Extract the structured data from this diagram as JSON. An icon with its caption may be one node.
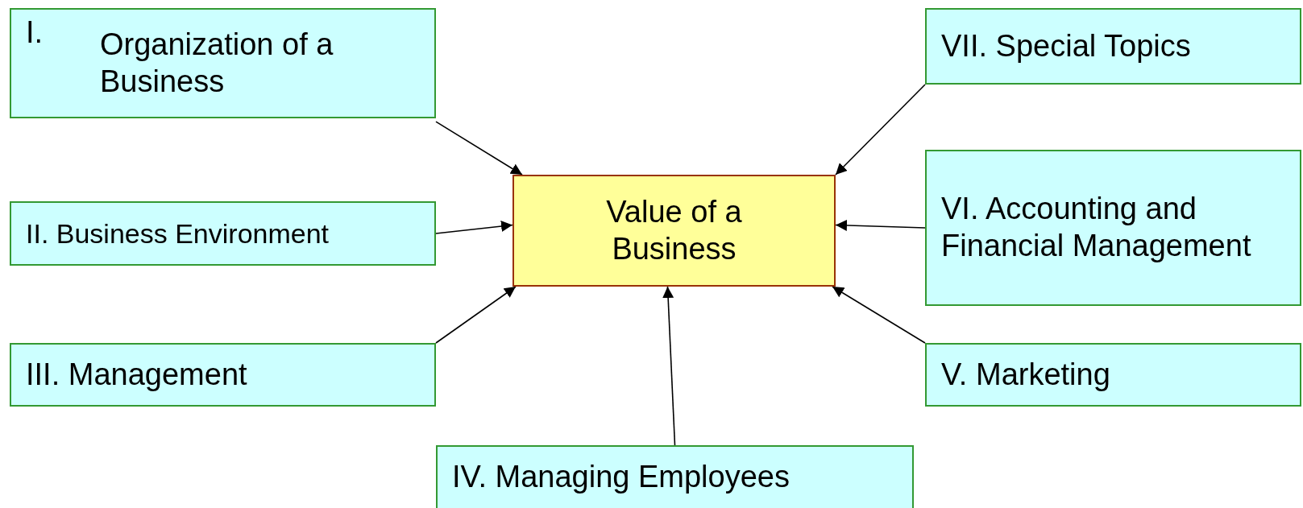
{
  "diagram": {
    "nodes": [
      {
        "text": [
          "I.",
          "Organization of a Business"
        ]
      },
      {
        "text": [
          "VII. Special Topics"
        ]
      },
      {
        "text": [
          "Value of a Business"
        ]
      },
      {
        "text": [
          "II. Business Environment"
        ]
      },
      {
        "text": [
          "VI. Accounting and Financial Management"
        ]
      },
      {
        "text": [
          "III. Management"
        ]
      },
      {
        "text": [
          "V. Marketing"
        ]
      },
      {
        "text": [
          "IV. Managing Employees"
        ]
      }
    ],
    "edges": [
      {
        "from": 0,
        "to": 2,
        "arrow": "to"
      },
      {
        "from": 1,
        "to": 2,
        "arrow": "to"
      },
      {
        "from": 3,
        "to": 2,
        "arrow": "to"
      },
      {
        "from": 4,
        "to": 2,
        "arrow": "to"
      },
      {
        "from": 5,
        "to": 2,
        "arrow": "to"
      },
      {
        "from": 6,
        "to": 2,
        "arrow": "to"
      },
      {
        "from": 7,
        "to": 2,
        "arrow": "to"
      }
    ]
  }
}
